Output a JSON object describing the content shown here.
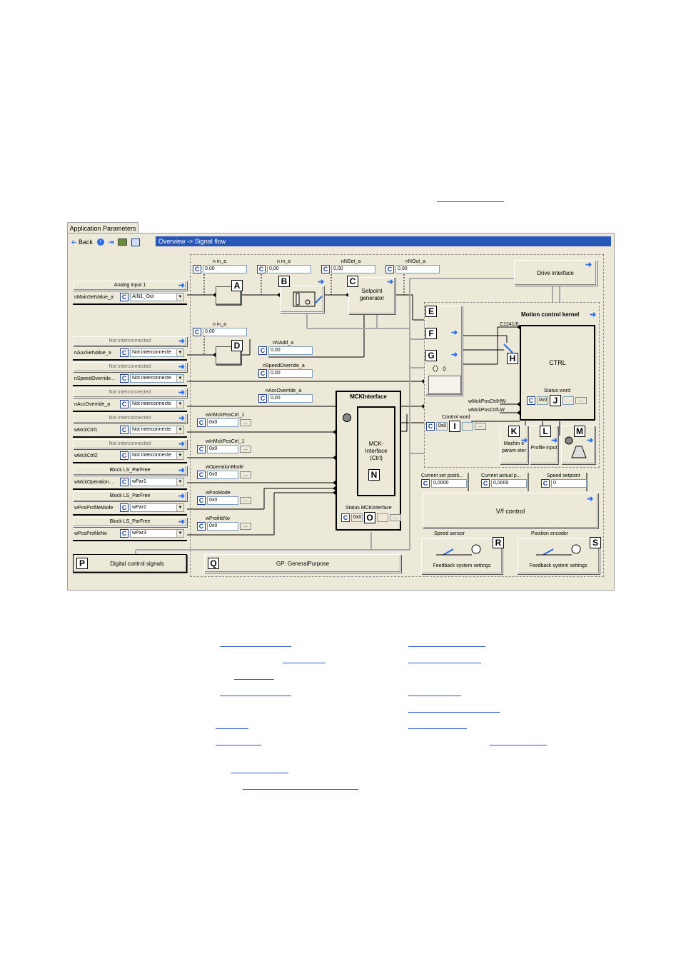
{
  "tab": {
    "label": "Application Parameters"
  },
  "toolbar": {
    "back_label": "Back"
  },
  "breadcrumb": {
    "text": "Overview -> Signal flow"
  },
  "left_inputs": [
    {
      "header": "Analog input 1",
      "signal": "nMainSetValue_a",
      "value": "AIN1_Out",
      "connected": true
    },
    {
      "header": "Not interconnected",
      "signal": "nAuxSetValue_a",
      "value": "Not interconnecte",
      "connected": false
    },
    {
      "header": "Not interconnected",
      "signal": "nSpeedOverride...",
      "value": "Not interconnecte",
      "connected": false
    },
    {
      "header": "Not interconnected",
      "signal": "nAccOverride_a",
      "value": "Not interconnecte",
      "connected": false
    },
    {
      "header": "Not interconnected",
      "signal": "wMckCtrl1",
      "value": "Not interconnecte",
      "connected": false
    },
    {
      "header": "Not interconnected",
      "signal": "wMckCtrl2",
      "value": "Not interconnecte",
      "connected": false
    },
    {
      "header": "Block LS_ParFree",
      "signal": "wMckOperation...",
      "value": "wPar1",
      "connected": true
    },
    {
      "header": "Block LS_ParFree",
      "signal": "wPosProfileMode",
      "value": "wPar2",
      "connected": true
    },
    {
      "header": "Block LS_ParFree",
      "signal": "wPosProfileNo",
      "value": "wPar3",
      "connected": true
    }
  ],
  "monitors": {
    "nin_a_1": {
      "label": "n in_a",
      "value": "0,00"
    },
    "nin_a_2": {
      "label": "n in_a",
      "value": "0,00"
    },
    "nnset_a": {
      "label": "nNSet_a",
      "value": "0,00"
    },
    "nnout_a": {
      "label": "nNOut_a",
      "value": "0,00"
    },
    "nin_a_3": {
      "label": "n in_a",
      "value": "0,00"
    },
    "nnadd_a": {
      "label": "nNAdd_a",
      "value": "0,00"
    },
    "speed_override": {
      "label": "nSpeedOverride_a",
      "value": "0,00"
    },
    "acc_override": {
      "label": "nAccOverride_a",
      "value": "0,00"
    },
    "mck_pos_ctrl_1": {
      "label": "wInMckPosCtrl_1",
      "value": "0x0"
    },
    "mck_pos_ctrl_2": {
      "label": "wInMckPosCtrl_1",
      "value": "0x0"
    },
    "operation_mode": {
      "label": "wOperationMode",
      "value": "0x0"
    },
    "pos_mode": {
      "label": "wPosMode",
      "value": "0x0"
    },
    "profile_no": {
      "label": "wProfileNo",
      "value": "0x0"
    },
    "control_word": {
      "label": "Control word",
      "value": "0x0"
    },
    "status_word": {
      "label": "Status word",
      "value": "0x0"
    },
    "status_mck": {
      "label": "Status MCKInterface",
      "value": "0x0"
    },
    "current_set_pos": {
      "label": "Current set positi...",
      "value": "0,0000"
    },
    "current_actual_pos": {
      "label": "Current actual p...",
      "value": "0,0000"
    },
    "speed_setpoint": {
      "label": "Speed setpoint",
      "value": "0"
    }
  },
  "blocks": {
    "selpoint_generator": "Selpoint generator",
    "drive_interface": "Drive interface",
    "motion_control_kernel": "Motion control kernel",
    "ctrl": "CTRL",
    "mckinterface_title": "MCKInterface",
    "mck_inner": "MCK-Interface (Ctrl)",
    "c1241": "C1241/0",
    "wmck_pos_ctrl_hw": "wMckPosCtrlHW",
    "wmck_pos_ctrl_lw": "wMckPosCtrlLW",
    "machine_param": "Machin e param eter",
    "profile_input": "Profile input",
    "vf_control": "V/f control",
    "speed_sensor": "Speed sensor",
    "position_encoder": "Position encoder",
    "feedback_r": "Feedback system settings",
    "feedback_s": "Feedback system settings",
    "digital_control": "Digital control signals",
    "general_purpose": "GP: GeneralPurpose"
  },
  "letters": [
    "A",
    "B",
    "C",
    "D",
    "E",
    "F",
    "G",
    "H",
    "I",
    "J",
    "K",
    "L",
    "M",
    "N",
    "O",
    "P",
    "Q",
    "R",
    "S"
  ],
  "colors": {
    "panel": "#ece9d8",
    "breadcrumb": "#2957b8",
    "arrow": "#2a6de8",
    "link": "#2a5ad7"
  }
}
